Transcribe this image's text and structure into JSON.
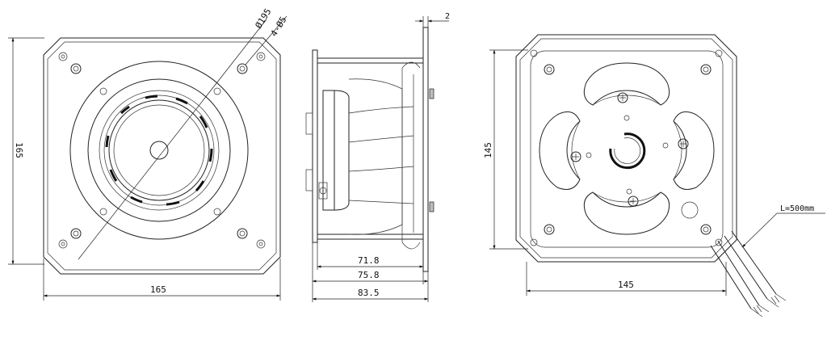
{
  "front_view": {
    "width_label": "165",
    "height_label": "165",
    "diameter_label": "Ø195",
    "hole_label": "4-Ø5"
  },
  "side_view": {
    "thickness_label": "2",
    "depths": [
      "71.8",
      "75.8",
      "83.5"
    ]
  },
  "rear_view": {
    "width_label": "145",
    "height_label": "145",
    "cable_label": "L=500mm"
  }
}
